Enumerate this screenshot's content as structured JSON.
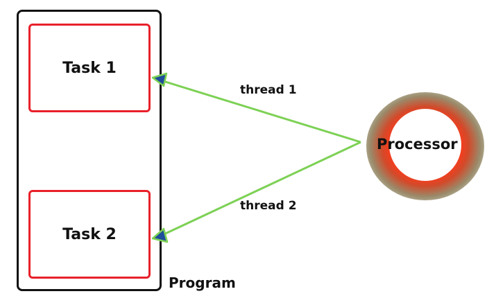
{
  "program": {
    "label": "Program"
  },
  "tasks": [
    {
      "label": "Task 1"
    },
    {
      "label": "Task 2"
    }
  ],
  "threads": [
    {
      "label": "thread 1"
    },
    {
      "label": "thread 2"
    }
  ],
  "processor": {
    "label": "Processor"
  },
  "colors": {
    "task_border": "#e8202a",
    "program_border": "#111111",
    "thread_line": "#7dd155",
    "arrowhead_fill": "#1f4e9c",
    "processor_ring": "#ff3a1a"
  }
}
